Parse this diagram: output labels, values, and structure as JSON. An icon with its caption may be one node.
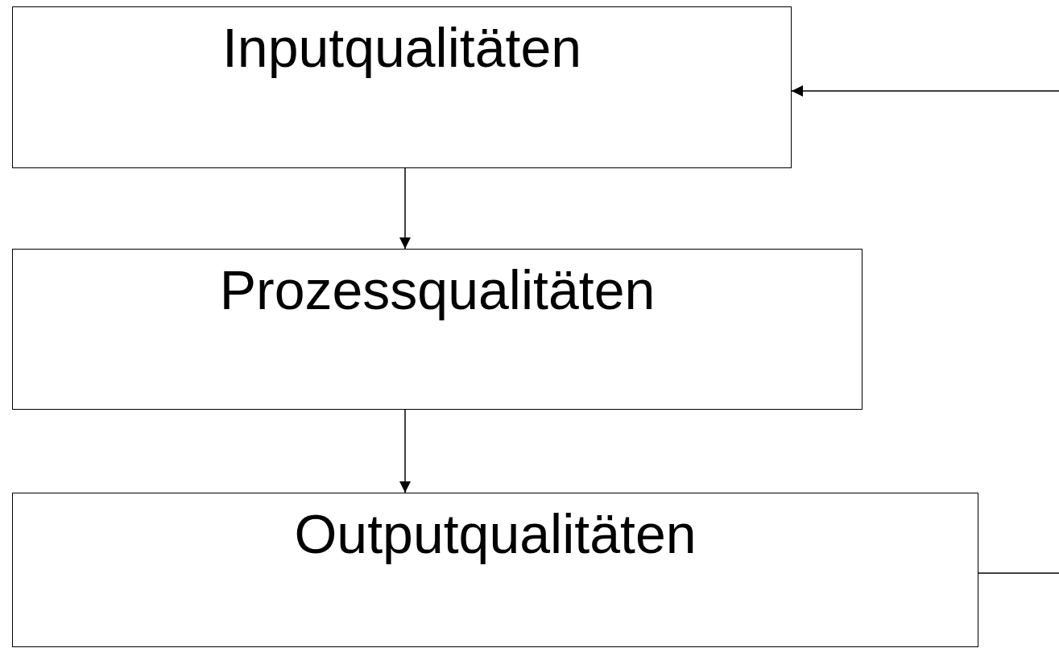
{
  "diagram": {
    "nodes": [
      {
        "text": [
          "Inputqualitäten"
        ]
      },
      {
        "text": [
          "Prozessqualitäten"
        ]
      },
      {
        "text": [
          "Outputqualitäten"
        ]
      }
    ],
    "edges": [
      {
        "from": 0,
        "to": 1,
        "arrow": "to"
      },
      {
        "from": 1,
        "to": 2,
        "arrow": "to"
      },
      {
        "from": 2,
        "to": 0,
        "arrow": "to"
      }
    ]
  }
}
